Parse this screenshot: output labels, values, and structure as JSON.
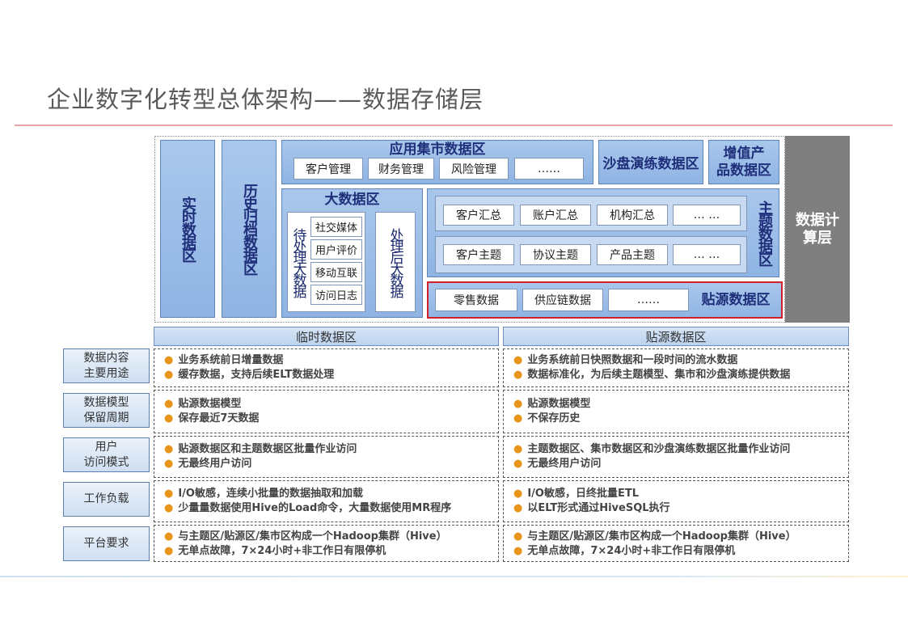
{
  "title": "企业数字化转型总体架构——数据存储层",
  "zones": {
    "realtime": "实时数据区",
    "history": "历史归档数据区",
    "appmarket": {
      "title": "应用集市数据区",
      "items": [
        "客户管理",
        "财务管理",
        "风险管理",
        "……"
      ]
    },
    "sandbox": "沙盘演练数据区",
    "value_added": [
      "增值产",
      "品数据区"
    ],
    "bigdata": {
      "title": "大数据区",
      "pending_label": "待处理大数据",
      "pending_items": [
        "社交媒体",
        "用户评价",
        "移动互联",
        "访问日志"
      ],
      "processed_label": "处理后大数据"
    },
    "subject": {
      "label": "主题数据区",
      "row1": [
        "客户汇总",
        "账户汇总",
        "机构汇总",
        "… …"
      ],
      "row2": [
        "客户主题",
        "协议主题",
        "产品主题",
        "… …"
      ]
    },
    "source": {
      "label": "贴源数据区",
      "items": [
        "零售数据",
        "供应链数据",
        "……"
      ]
    },
    "compute": [
      "数据计",
      "算层"
    ]
  },
  "table": {
    "columns": [
      "临时数据区",
      "贴源数据区"
    ],
    "rows": [
      {
        "label": [
          "数据内容",
          "主要用途"
        ],
        "temp": [
          "业务系统前日增量数据",
          "缓存数据，支持后续ELT数据处理"
        ],
        "source": [
          "业务系统前日快照数据和一段时间的流水数据",
          "数据标准化，为后续主题模型、集市和沙盘演练提供数据"
        ]
      },
      {
        "label": [
          "数据模型",
          "保留周期"
        ],
        "temp": [
          "贴源数据模型",
          "保存最近7天数据"
        ],
        "source": [
          "贴源数据模型",
          "不保存历史"
        ]
      },
      {
        "label": [
          "用户",
          "访问模式"
        ],
        "temp": [
          "贴源数据区和主题数据区批量作业访问",
          "无最终用户访问"
        ],
        "source": [
          "主题数据区、集市数据区和沙盘演练数据区批量作业访问",
          "无最终用户访问"
        ]
      },
      {
        "label": [
          "工作负载",
          ""
        ],
        "temp": [
          "I/O敏感，连续小批量的数据抽取和加载",
          "少量量数据使用Hive的Load命令，大量数据使用MR程序"
        ],
        "source": [
          "I/O敏感，日终批量ETL",
          "以ELT形式通过HiveSQL执行"
        ]
      },
      {
        "label": [
          "平台要求",
          ""
        ],
        "temp": [
          "与主题区/贴源区/集市区构成一个Hadoop集群（Hive）",
          "无单点故障，7×24小时+非工作日有限停机"
        ],
        "source": [
          "与主题区/贴源区/集市区构成一个Hadoop集群（Hive）",
          "无单点故障，7×24小时+非工作日有限停机"
        ]
      }
    ]
  },
  "colors": {
    "accent_blue": "#8fb4e3",
    "dark_text": "#1f2f7a",
    "highlight_red": "#d0202a",
    "bullet_orange": "#e8951b",
    "compute_gray": "#7f7f7f"
  }
}
